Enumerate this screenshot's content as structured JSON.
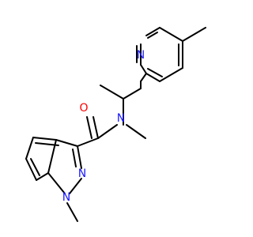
{
  "molecule": {
    "atom_labels": {
      "pyridine_n": "N",
      "amide_n": "N",
      "carbonyl_o": "O",
      "indazole_n2": "N",
      "indazole_n1": "N"
    },
    "colors": {
      "bond": "#000000",
      "nitrogen": "#1a1aff",
      "oxygen": "#ff0000",
      "background": "#ffffff"
    }
  }
}
